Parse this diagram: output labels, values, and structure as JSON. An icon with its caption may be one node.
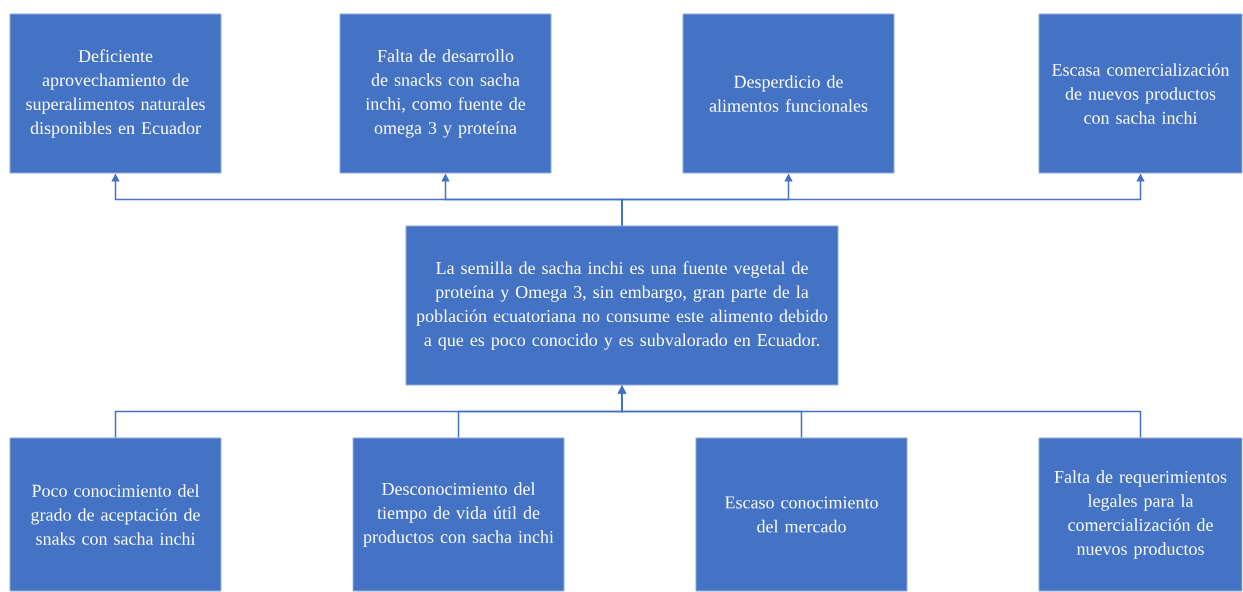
{
  "diagram": {
    "nodes": [
      {
        "text": [
          "Deficiente aprovechamiento de superalimentos naturales disponibles en Ecuador"
        ]
      },
      {
        "text": [
          "Falta de desarrollo de snacks con sacha inchi, como fuente de omega 3 y proteína"
        ]
      },
      {
        "text": [
          "Desperdicio de alimentos funcionales"
        ]
      },
      {
        "text": [
          "Escasa comercialización de nuevos productos con sacha inchi"
        ]
      },
      {
        "text": [
          "La semilla de sacha inchi es una fuente vegetal de proteína y Omega 3, sin embargo, gran parte de la población ecuatoriana no consume este alimento debido a que es poco conocido y es subvalorado en Ecuador."
        ]
      },
      {
        "text": [
          "Poco conocimiento del grado de aceptación de snaks con sacha inchi"
        ]
      },
      {
        "text": [
          "Desconocimiento del tiempo de vida útil de productos con sacha inchi"
        ]
      },
      {
        "text": [
          "Escaso conocimiento del mercado"
        ]
      },
      {
        "text": [
          "Falta de requerimientos legales para la comercialización de nuevos productos"
        ]
      }
    ],
    "edges": [
      {
        "from": 4,
        "to": 0,
        "arrow": "to"
      },
      {
        "from": 4,
        "to": 1,
        "arrow": "to"
      },
      {
        "from": 4,
        "to": 2,
        "arrow": "to"
      },
      {
        "from": 4,
        "to": 3,
        "arrow": "to"
      },
      {
        "from": 5,
        "to": 4,
        "arrow": "to"
      },
      {
        "from": 6,
        "to": 4,
        "arrow": "to"
      },
      {
        "from": 7,
        "to": 4,
        "arrow": "to"
      },
      {
        "from": 8,
        "to": 4,
        "arrow": "to"
      }
    ]
  }
}
